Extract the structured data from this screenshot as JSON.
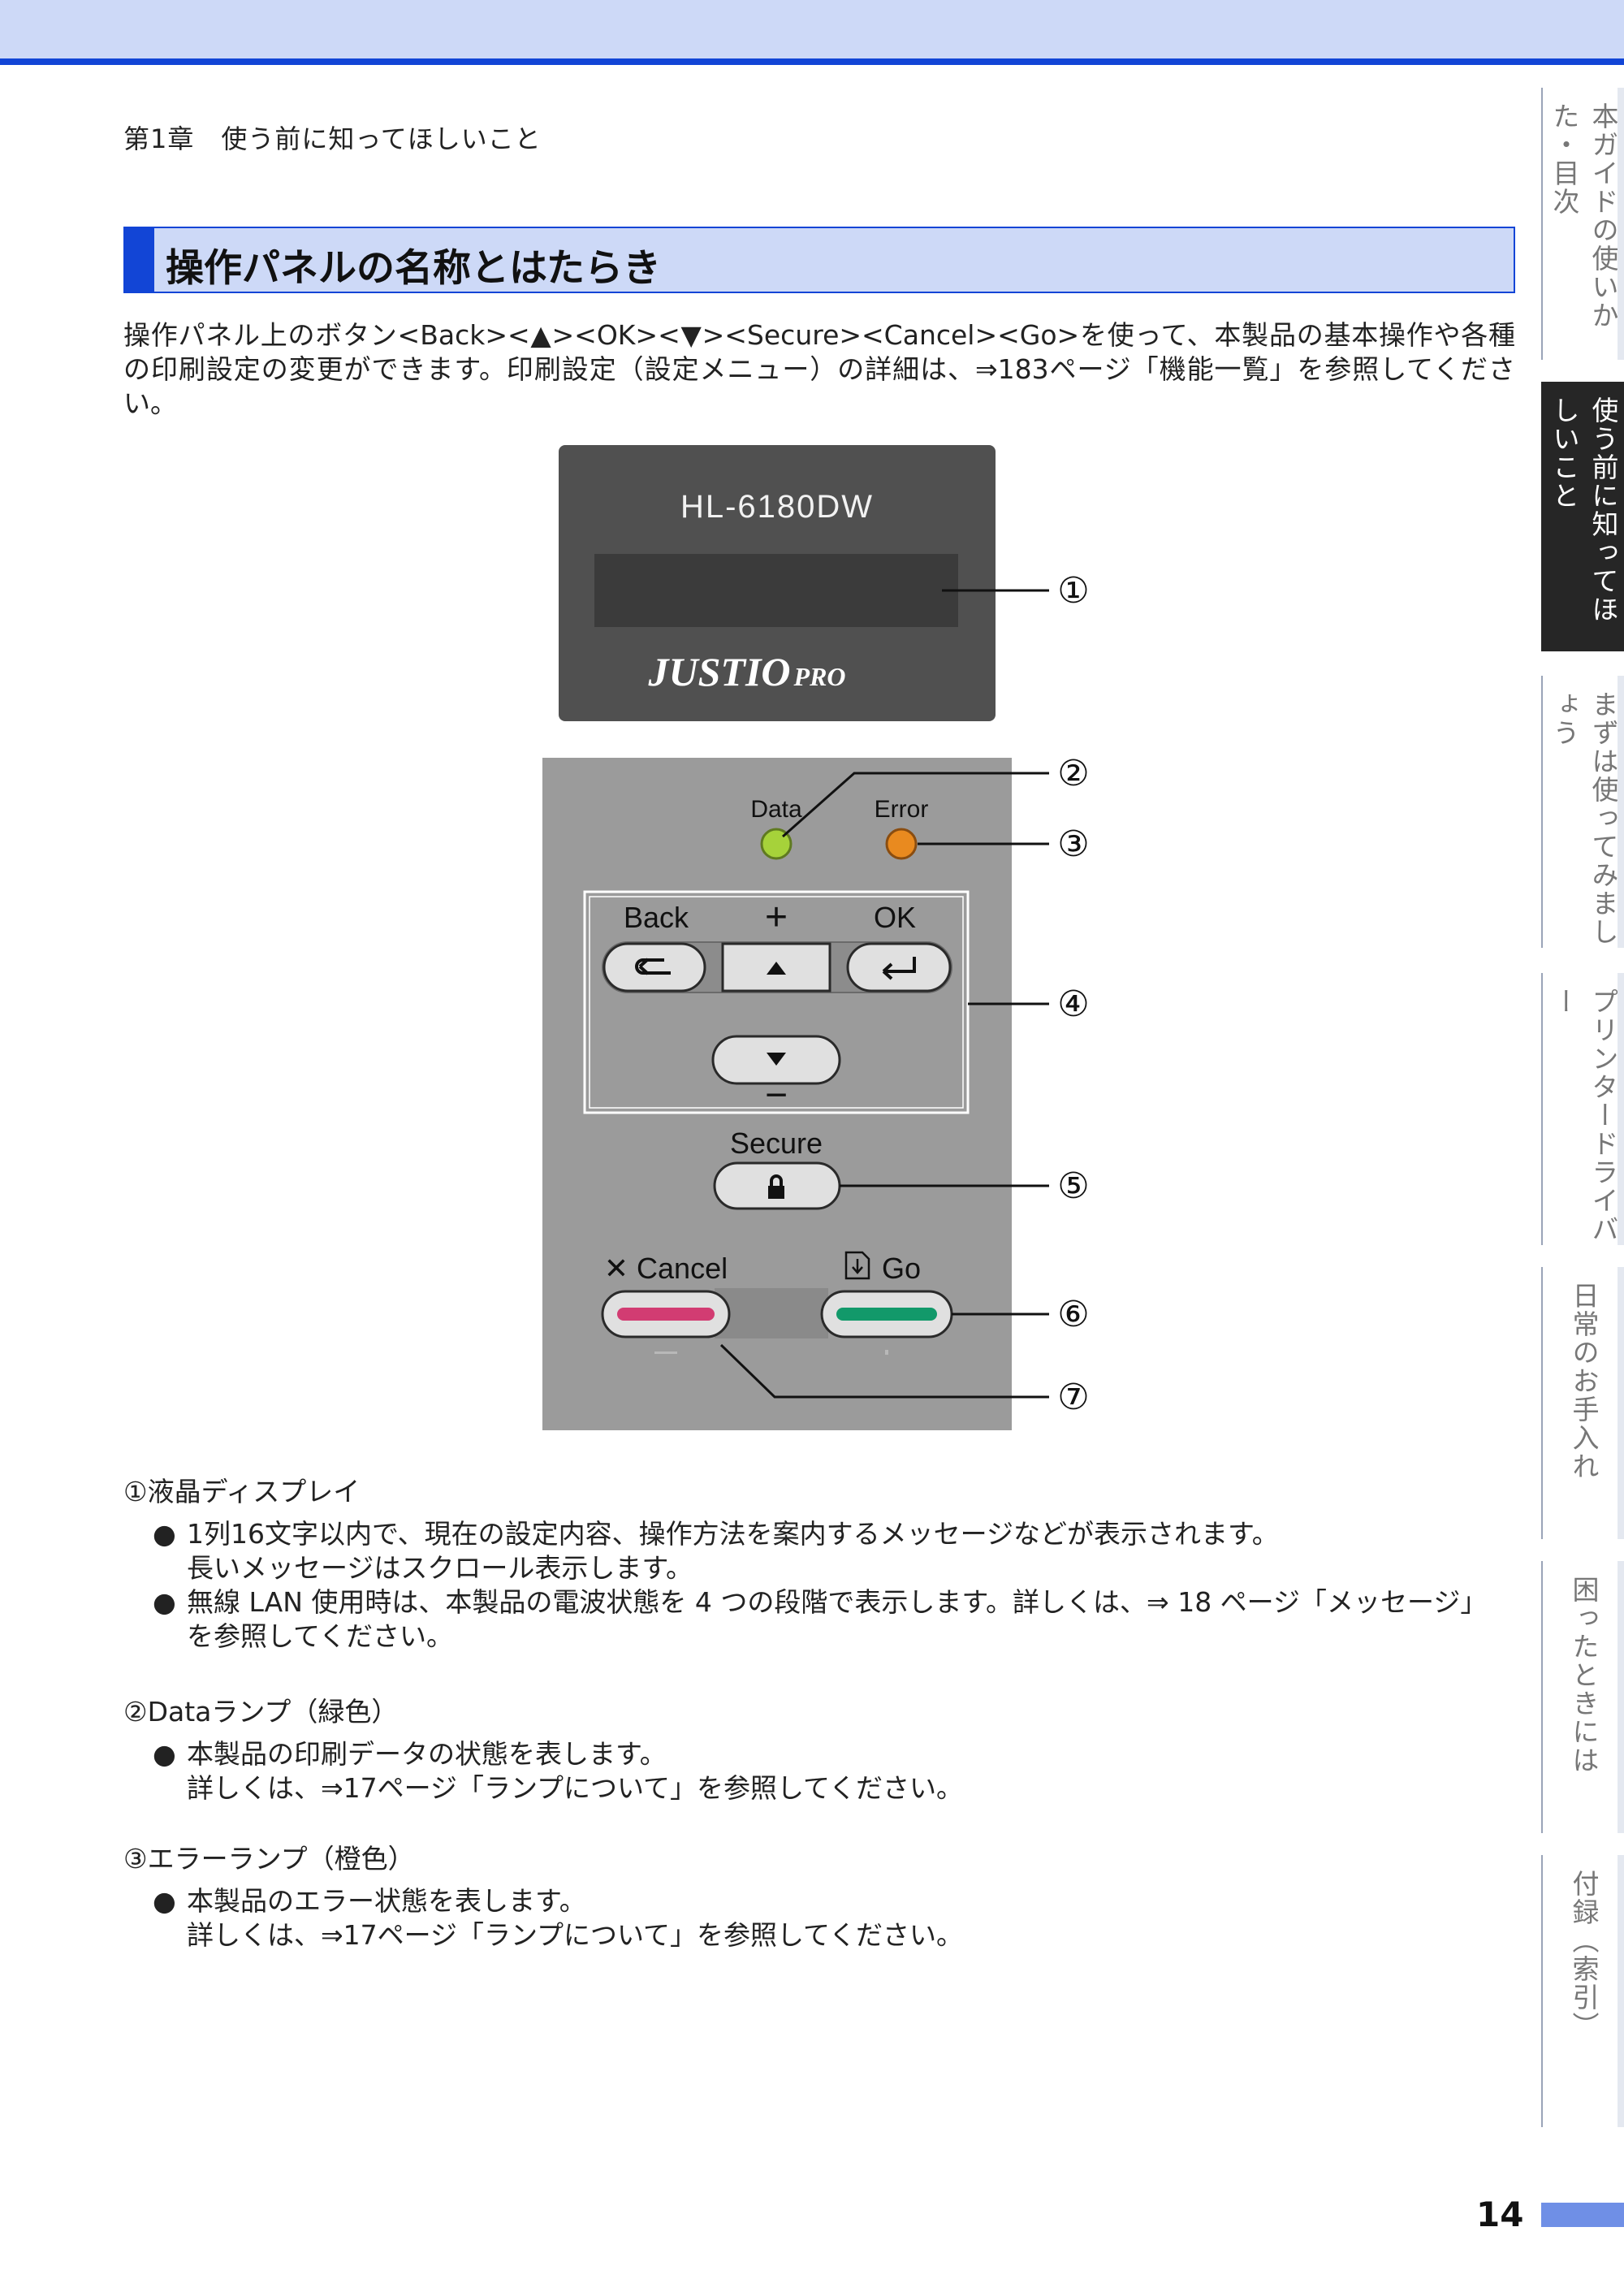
{
  "header": {
    "chapter": "第1章　使う前に知ってほしいこと"
  },
  "section": {
    "title": "操作パネルの名称とはたらき",
    "intro": "操作パネル上のボタン<Back><▲><OK><▼><Secure><Cancel><Go>を使って、本製品の基本操作や各種の印刷設定の変更ができます。印刷設定（設定メニュー）の詳細は、⇒183ページ「機能一覧」を参照してください。"
  },
  "panel": {
    "model": "HL-6180DW",
    "brand": "JUSTIO",
    "brand_suffix": "PRO",
    "data_label": "Data",
    "error_label": "Error",
    "back_label": "Back",
    "plus_label": "+",
    "ok_label": "OK",
    "minus_label": "−",
    "secure_label": "Secure",
    "cancel_label": "✕ Cancel",
    "go_label": "Go",
    "callouts": [
      "①",
      "②",
      "③",
      "④",
      "⑤",
      "⑥",
      "⑦"
    ],
    "colors": {
      "lcd_bezel": "#505050",
      "panel": "#9b9b9b",
      "data_led": "#a6d23a",
      "error_led": "#e98a1f",
      "cancel": "#d23c72",
      "go": "#12996a"
    }
  },
  "descriptions": [
    {
      "heading": "①液晶ディスプレイ",
      "bullets": [
        [
          "1列16文字以内で、現在の設定内容、操作方法を案内するメッセージなどが表示されます。",
          "長いメッセージはスクロール表示します。"
        ],
        [
          "無線 LAN 使用時は、本製品の電波状態を 4 つの段階で表示します。詳しくは、⇒ 18 ページ「メッセージ」",
          "を参照してください。"
        ]
      ]
    },
    {
      "heading": "②Dataランプ（緑色）",
      "bullets": [
        [
          "本製品の印刷データの状態を表します。",
          "詳しくは、⇒17ページ「ランプについて」を参照してください。"
        ]
      ]
    },
    {
      "heading": "③エラーランプ（橙色）",
      "bullets": [
        [
          "本製品のエラー状態を表します。",
          "詳しくは、⇒17ページ「ランプについて」を参照してください。"
        ]
      ]
    }
  ],
  "bullet_symbol": "●",
  "side_tabs": [
    {
      "label": "本ガイドの使いかた・目次",
      "active": false
    },
    {
      "label": "使う前に知ってほしいこと",
      "active": true
    },
    {
      "label": "まずは使ってみましょう",
      "active": false
    },
    {
      "label": "プリンタードライバー",
      "active": false
    },
    {
      "label": "日常のお手入れ",
      "active": false
    },
    {
      "label": "困ったときには",
      "active": false
    },
    {
      "label": "付録（索引）",
      "active": false
    }
  ],
  "page_number": "14"
}
